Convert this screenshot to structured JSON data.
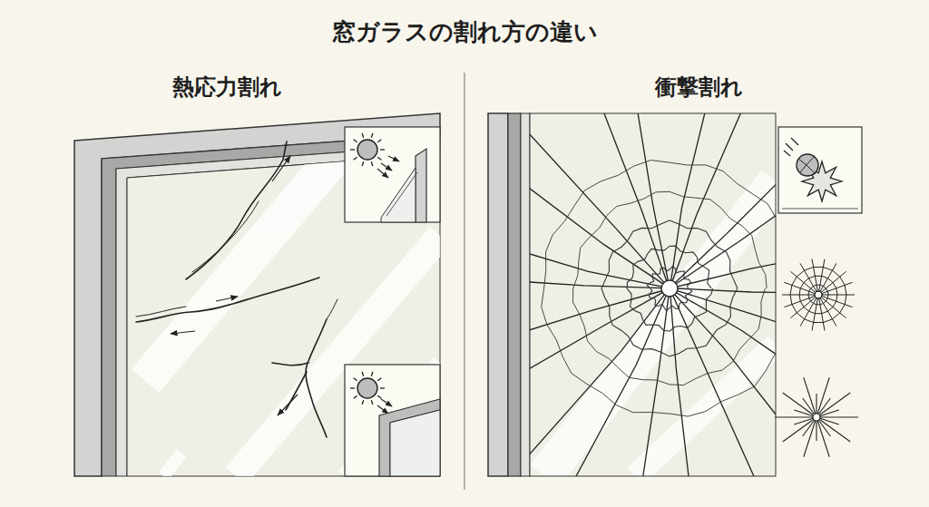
{
  "diagram": {
    "title": "窓ガラスの割れ方の違い",
    "labels": [
      "熱応力割れ",
      "衝撃割れ"
    ]
  }
}
